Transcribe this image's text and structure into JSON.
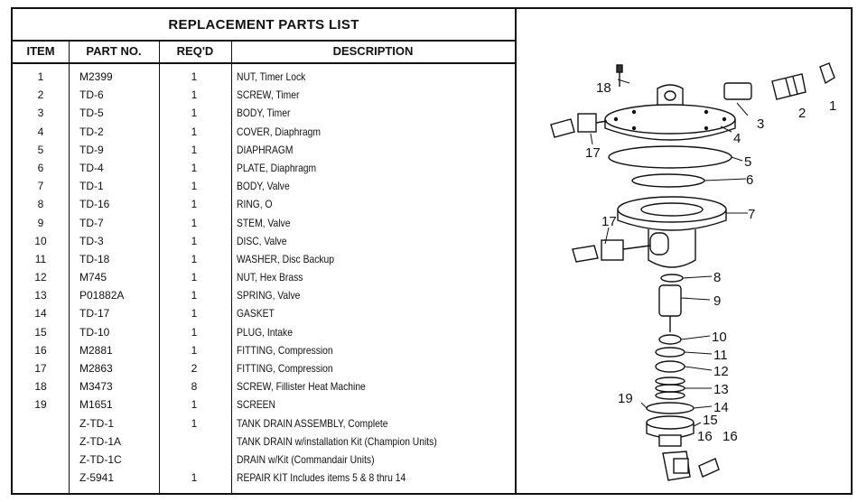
{
  "title": "REPLACEMENT PARTS LIST",
  "columns": [
    "ITEM",
    "PART NO.",
    "REQ'D",
    "DESCRIPTION"
  ],
  "rows": [
    {
      "item": "1",
      "part": "M2399",
      "req": "1",
      "desc": "NUT, Timer Lock"
    },
    {
      "item": "2",
      "part": "TD-6",
      "req": "1",
      "desc": "SCREW, Timer"
    },
    {
      "item": "3",
      "part": "TD-5",
      "req": "1",
      "desc": "BODY, Timer"
    },
    {
      "item": "4",
      "part": "TD-2",
      "req": "1",
      "desc": "COVER, Diaphragm"
    },
    {
      "item": "5",
      "part": "TD-9",
      "req": "1",
      "desc": "DIAPHRAGM"
    },
    {
      "item": "6",
      "part": "TD-4",
      "req": "1",
      "desc": "PLATE, Diaphragm"
    },
    {
      "item": "7",
      "part": "TD-1",
      "req": "1",
      "desc": "BODY, Valve"
    },
    {
      "item": "8",
      "part": "TD-16",
      "req": "1",
      "desc": "RING, O"
    },
    {
      "item": "9",
      "part": "TD-7",
      "req": "1",
      "desc": "STEM, Valve"
    },
    {
      "item": "10",
      "part": "TD-3",
      "req": "1",
      "desc": "DISC, Valve"
    },
    {
      "item": "11",
      "part": "TD-18",
      "req": "1",
      "desc": "WASHER, Disc Backup"
    },
    {
      "item": "12",
      "part": "M745",
      "req": "1",
      "desc": "NUT, Hex Brass"
    },
    {
      "item": "13",
      "part": "P01882A",
      "req": "1",
      "desc": "SPRING, Valve"
    },
    {
      "item": "14",
      "part": "TD-17",
      "req": "1",
      "desc": "GASKET"
    },
    {
      "item": "15",
      "part": "TD-10",
      "req": "1",
      "desc": "PLUG, Intake"
    },
    {
      "item": "16",
      "part": "M2881",
      "req": "1",
      "desc": "FITTING, Compression"
    },
    {
      "item": "17",
      "part": "M2863",
      "req": "2",
      "desc": "FITTING, Compression"
    },
    {
      "item": "18",
      "part": "M3473",
      "req": "8",
      "desc": "SCREW, Fillister Heat Machine"
    },
    {
      "item": "19",
      "part": "M1651",
      "req": "1",
      "desc": "SCREEN"
    },
    {
      "item": "",
      "part": "Z-TD-1",
      "req": "1",
      "desc": "TANK DRAIN ASSEMBLY, Complete"
    },
    {
      "item": "",
      "part": "Z-TD-1A",
      "req": "",
      "desc": "TANK DRAIN w/installation Kit (Champion Units)"
    },
    {
      "item": "",
      "part": "Z-TD-1C",
      "req": "",
      "desc": "DRAIN w/Kit (Commandair Units)"
    },
    {
      "item": "",
      "part": "Z-5941",
      "req": "1",
      "desc": "REPAIR KIT   Includes items 5 & 8 thru 14"
    }
  ],
  "diagram": {
    "callouts": [
      "18",
      "1",
      "2",
      "3",
      "4",
      "17",
      "5",
      "6",
      "7",
      "17",
      "8",
      "9",
      "10",
      "11",
      "12",
      "13",
      "19",
      "14",
      "15",
      "16",
      "16"
    ]
  }
}
